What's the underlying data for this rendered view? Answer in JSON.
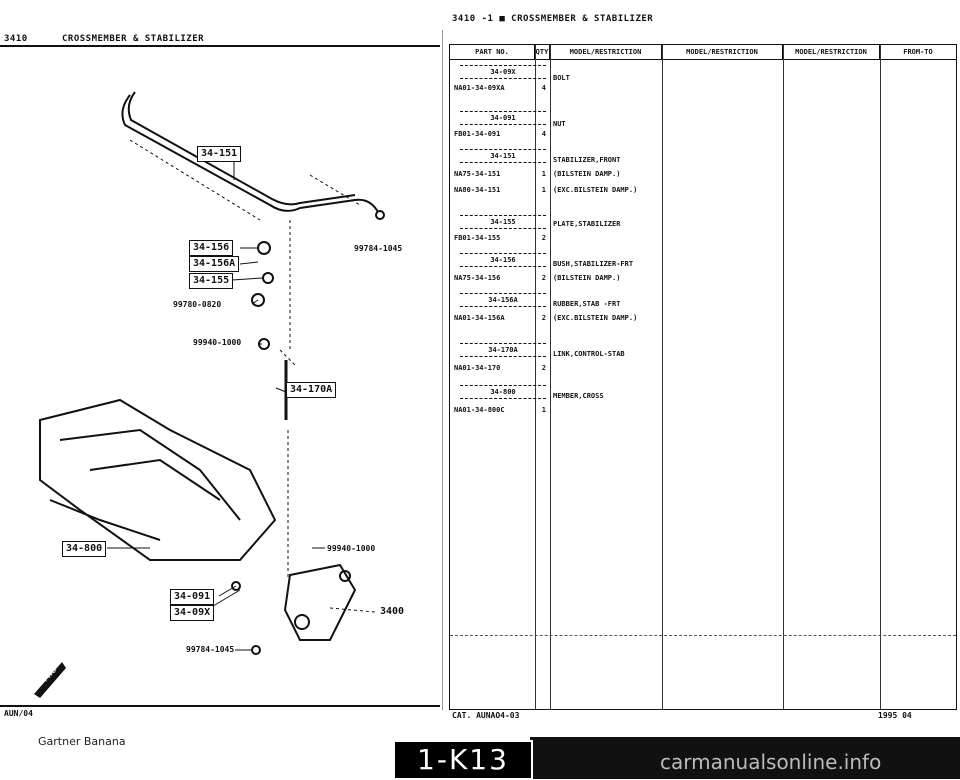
{
  "left_header": {
    "code": "3410",
    "title": "CROSSMEMBER & STABILIZER"
  },
  "right_header": "3410  -1 ■  CROSSMEMBER & STABILIZER",
  "callouts": [
    "34-151",
    "34-156",
    "34-156A",
    "34-155",
    "34-170A",
    "34-800",
    "34-091",
    "34-09X"
  ],
  "part_labels": [
    "99784-1045",
    "99780-0820",
    "99940-1000",
    "99940-1000",
    "3400",
    "99784-1045"
  ],
  "columns": [
    "PART NO.",
    "QTY",
    "MODEL/RESTRICTION",
    "MODEL/RESTRICTION",
    "MODEL/RESTRICTION",
    "FROM-TO"
  ],
  "rows": [
    {
      "ref": "34-09X",
      "part": "NA01-34-09XA",
      "qty": "4",
      "desc": [
        "BOLT"
      ]
    },
    {
      "ref": "34-091",
      "part": "FB01-34-091",
      "qty": "4",
      "desc": [
        "NUT"
      ]
    },
    {
      "ref": "34-151",
      "part": "NA75-34-151",
      "qty": "1",
      "desc": [
        "STABILIZER,FRONT",
        "(BILSTEIN DAMP.)"
      ],
      "part2": "NA80-34-151",
      "qty2": "1",
      "desc2": "(EXC.BILSTEIN DAMP.)"
    },
    {
      "ref": "34-155",
      "part": "FB01-34-155",
      "qty": "2",
      "desc": [
        "PLATE,STABILIZER"
      ]
    },
    {
      "ref": "34-156",
      "part": "NA75-34-156",
      "qty": "2",
      "desc": [
        "BUSH,STABILIZER-FRT",
        "(BILSTEIN DAMP.)"
      ]
    },
    {
      "ref": "34-156A",
      "part": "NA01-34-156A",
      "qty": "2",
      "desc": [
        "RUBBER,STAB -FRT",
        "(EXC.BILSTEIN DAMP.)"
      ]
    },
    {
      "ref": "34-170A",
      "part": "NA01-34-170",
      "qty": "2",
      "desc": [
        "LINK,CONTROL-STAB"
      ]
    },
    {
      "ref": "34-800",
      "part": "NA01-34-800C",
      "qty": "1",
      "desc": [
        "MEMBER,CROSS"
      ]
    }
  ],
  "footer": {
    "left": "AUN/04",
    "center": "CAT. AUNAO4-03",
    "right": "1995 04"
  },
  "page_label": "1-K13",
  "bottom_left_text": "Gartner Banana",
  "watermark": "carmanualsonline.info"
}
